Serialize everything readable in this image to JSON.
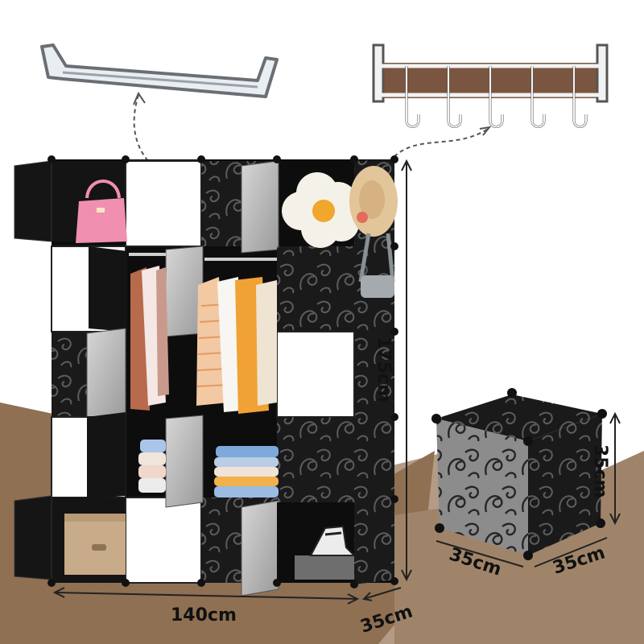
{
  "dimensions": {
    "cabinet_height": "175cm",
    "cabinet_width": "140cm",
    "cabinet_depth": "35cm",
    "cube_height": "35cm",
    "cube_width": "35cm",
    "cube_depth": "35cm"
  },
  "colors": {
    "floor": "#8f7053",
    "floor_light": "#b39b85",
    "panel_black": "#111111",
    "panel_white": "#ffffff",
    "panel_grey": "#b8b8b8",
    "bag": "#f08fb0",
    "storage_box": "#c8ab88",
    "shirt_orange": "#f0a235",
    "shirt_rust": "#b86a4c",
    "hook_rack": "#7a5540"
  },
  "icons": {
    "hanging_rod": "hanging-rod-accessory",
    "hook_rack": "hook-rack-accessory"
  }
}
